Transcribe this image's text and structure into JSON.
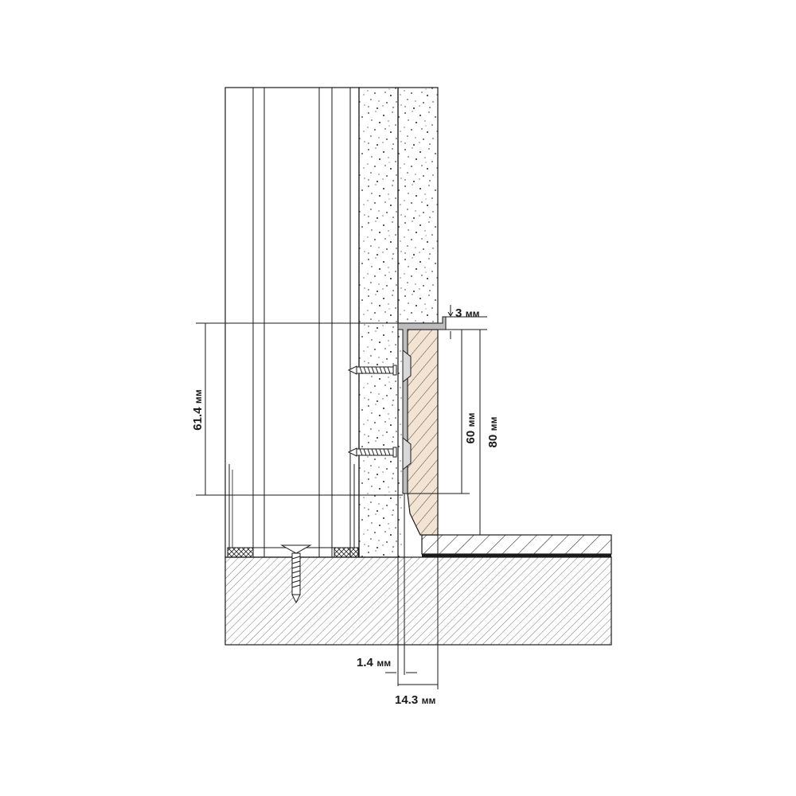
{
  "dimensions": {
    "trim_gap": {
      "value": "3",
      "unit": "мм"
    },
    "board_height": {
      "value": "80",
      "unit": "мм"
    },
    "profile_height": {
      "value": "60",
      "unit": "мм"
    },
    "insert_height": {
      "value": "61.4",
      "unit": "мм"
    },
    "edge_thickness": {
      "value": "1.4",
      "unit": "мм"
    },
    "board_depth": {
      "value": "14.3",
      "unit": "мм"
    }
  },
  "colors": {
    "line": "#1a1a1a",
    "board_fill": "#f2e3d3",
    "white": "#ffffff"
  }
}
